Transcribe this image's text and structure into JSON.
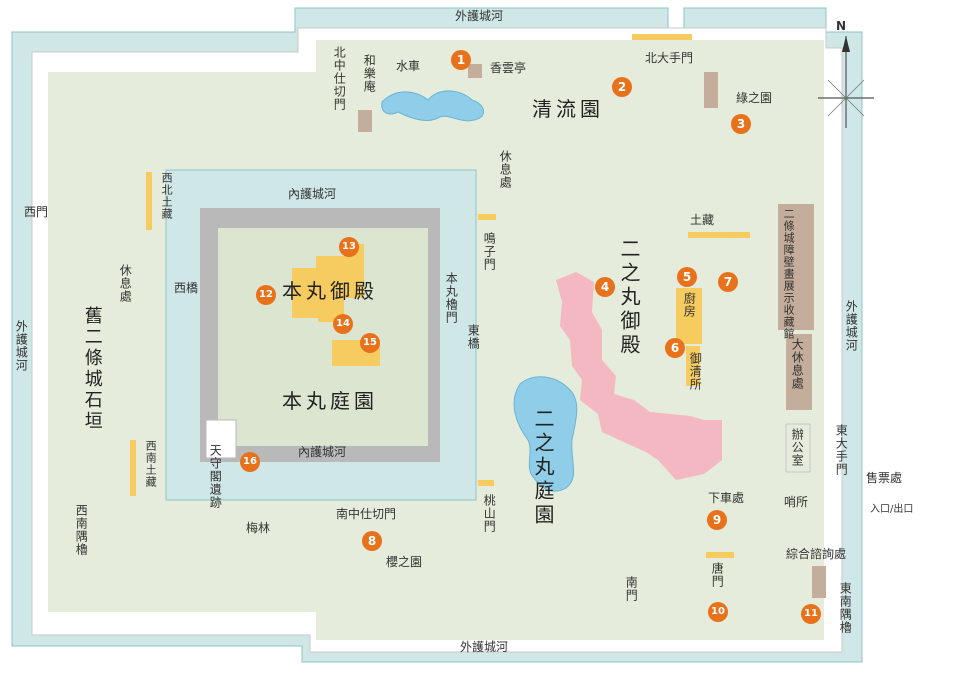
{
  "map": {
    "compass": "N",
    "moats": {
      "outer_top": "外護城河",
      "outer_bottom": "外護城河",
      "outer_left": "外護城河",
      "outer_right": "外護城河",
      "inner_top": "內護城河",
      "inner_bottom": "內護城河"
    },
    "gates": {
      "north_nakashikiri": "北中仕切門",
      "north_ote": "北大手門",
      "west": "西門",
      "west_bridge": "西橋",
      "honmaru_yagura": "本丸櫓門",
      "east_bridge": "東橋",
      "naruko": "鳴子門",
      "momoyama": "桃山門",
      "south_nakashikiri": "南中仕切門",
      "south": "南門",
      "kara": "唐門",
      "east_ote": "東大手門"
    },
    "areas": {
      "waraku_an": "和樂庵",
      "suisha": "水車",
      "kouun_tei": "香雲亭",
      "seiryu_en": "清流園",
      "ryokunoen": "綠之園",
      "rest_north": "休息處",
      "dozo_north": "土藏",
      "ninomaru_goten": "二之丸御殿",
      "kitchen": "廚房",
      "oseisho": "御清所",
      "ninomaru_teien": "二之丸庭園",
      "gesha": "下車處",
      "mural_hall": "二條城障壁畫展示收藏館",
      "big_rest": "大休息處",
      "office": "辦公室",
      "ticket": "售票處",
      "entrance": "入口/出口",
      "guard": "哨所",
      "info": "綜合諮詢處",
      "se_yagura": "東南隅櫓",
      "honmaru_goten": "本丸御殿",
      "honmaru_teien": "本丸庭園",
      "tenshu": "天守閣遺跡",
      "baibayashi": "梅林",
      "sakura": "櫻之園",
      "nw_dozo": "西北土藏",
      "sw_dozo": "西南土藏",
      "rest_west": "休息處",
      "old_wall": "舊二條城石垣",
      "sw_yagura": "西南隅櫓"
    },
    "markers": [
      "1",
      "2",
      "3",
      "4",
      "5",
      "6",
      "7",
      "8",
      "9",
      "10",
      "11",
      "12",
      "13",
      "14",
      "15",
      "16"
    ],
    "colors": {
      "moat": "#cfe7e6",
      "moat_stroke": "#8cc6c7",
      "green": "#e5ecdb",
      "green_dark": "#dbe5cf",
      "wall": "#b9b9b9",
      "palace": "#f4b8c2",
      "honmaru": "#f6cb5f",
      "building": "#c4ad9a",
      "marker": "#e8721c",
      "water": "#8fcde8"
    }
  }
}
